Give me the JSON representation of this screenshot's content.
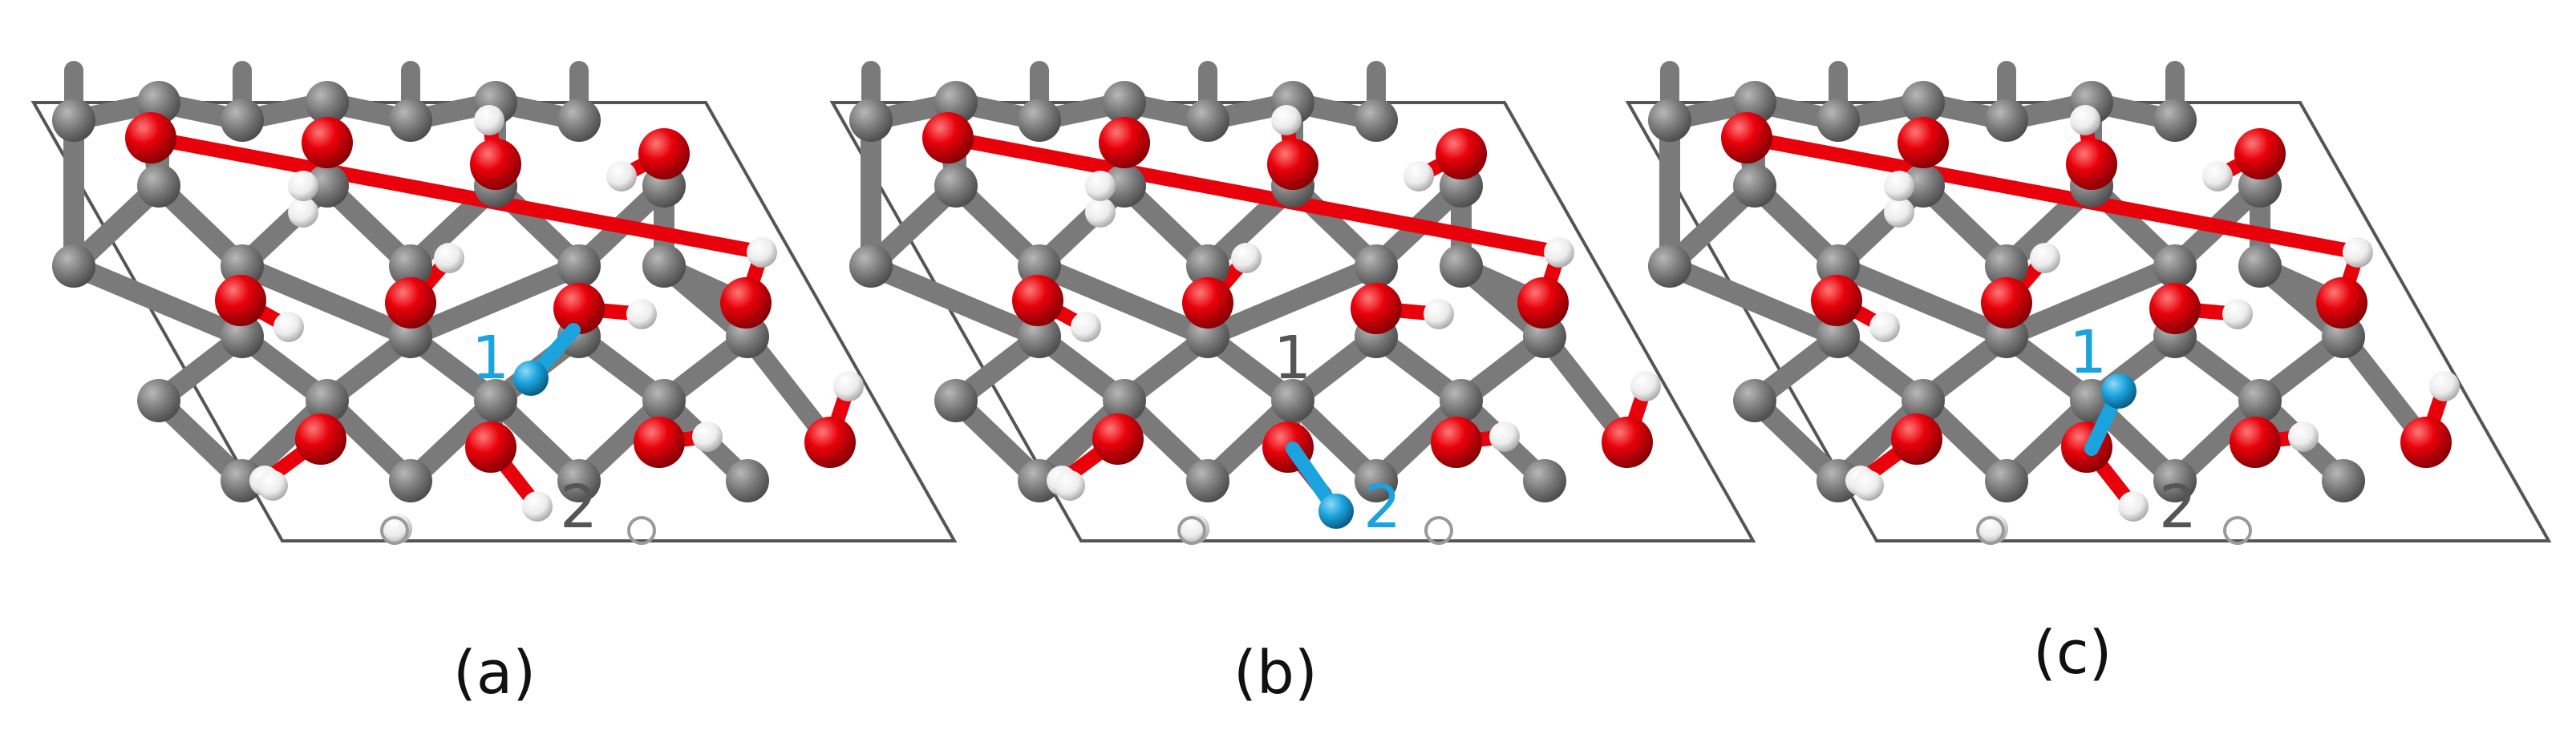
{
  "colors": {
    "carbon": "#7a7a7a",
    "carbon_dark": "#555555",
    "oxygen": "#e8000a",
    "oxygen_dark": "#a80006",
    "hydrogen": "#f4f4f4",
    "hydrogen_edge": "#c8c8c8",
    "adsorbate": "#1ba3dd",
    "adsorbate_dark": "#0f6f99",
    "label_active": "#1ba3dd",
    "label_inactive": "#555555",
    "cell_outline": "#555555",
    "background": "#ffffff"
  },
  "atom_types": [
    "carbon",
    "oxygen",
    "hydrogen",
    "adsorbate"
  ],
  "panels": [
    {
      "caption": "(a)",
      "site_labels": [
        {
          "text": "1",
          "active": true
        },
        {
          "text": "2",
          "active": false
        }
      ]
    },
    {
      "caption": "(b)",
      "site_labels": [
        {
          "text": "1",
          "active": false
        },
        {
          "text": "2",
          "active": true
        }
      ]
    },
    {
      "caption": "(c)",
      "site_labels": [
        {
          "text": "1",
          "active": true
        },
        {
          "text": "2",
          "active": false
        }
      ]
    }
  ]
}
